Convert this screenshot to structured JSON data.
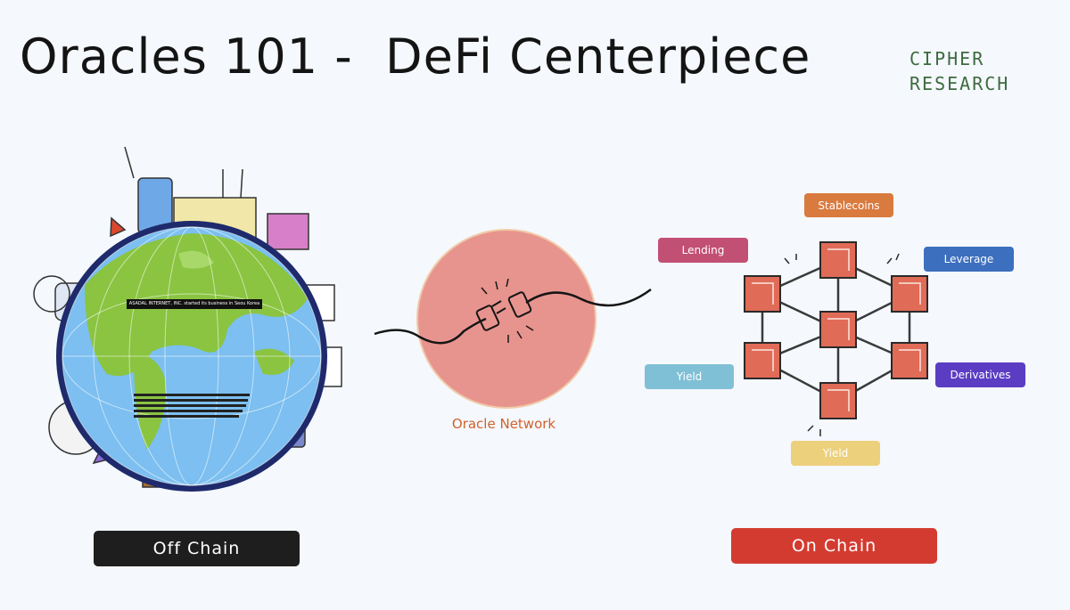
{
  "title": "Oracles 101 -  DeFi Centerpiece",
  "brand": {
    "line1": "CIPHER",
    "line2": "RESEARCH"
  },
  "globe": {
    "banner_text": "ASADAL INTERNET, INC. started its business in Seou Korea"
  },
  "oracle": {
    "label": "Oracle Network"
  },
  "defi_labels": {
    "stablecoins": "Stablecoins",
    "lending": "Lending",
    "leverage": "Leverage",
    "yield_left": "Yield",
    "derivatives": "Derivatives",
    "yield_bottom": "Yield"
  },
  "footer": {
    "off_chain": "Off Chain",
    "on_chain": "On Chain"
  },
  "colors": {
    "stablecoins": "#d97a3e",
    "lending": "#c24f74",
    "leverage": "#3d6fbf",
    "yield_left": "#7fc0d6",
    "derivatives": "#5b3dc4",
    "yield_bottom": "#ecd07c",
    "off_chain": "#1e1e1e",
    "on_chain": "#d43b30",
    "oracle_circle": "#e8948e",
    "block": "#e06b57"
  }
}
